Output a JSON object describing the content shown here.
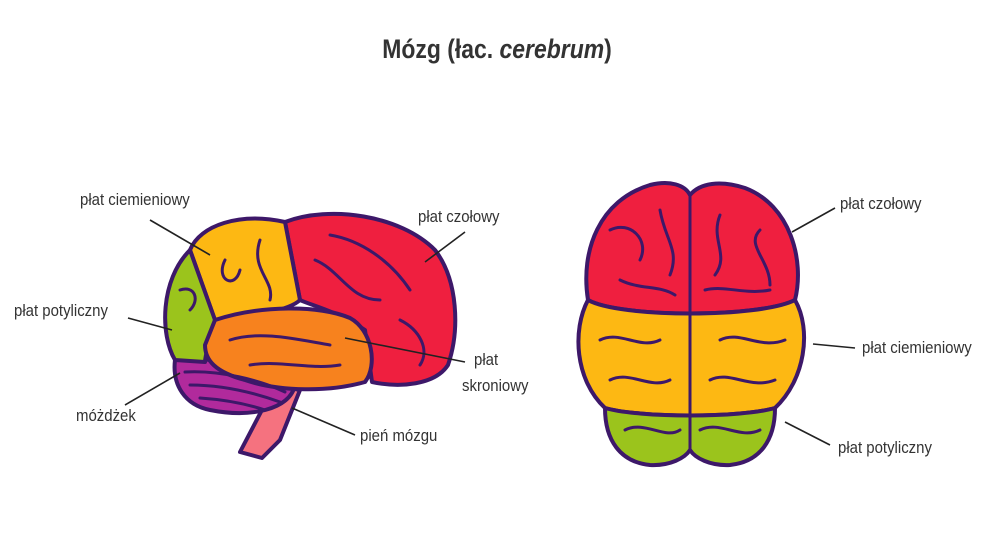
{
  "title": {
    "prefix": "Mózg (łac. ",
    "latin": "cerebrum",
    "suffix": ")"
  },
  "side_view": {
    "labels": {
      "parietal": "płat ciemieniowy",
      "frontal": "płat czołowy",
      "occipital": "płat potyliczny",
      "temporal_line1": "płat",
      "temporal_line2": "skroniowy",
      "cerebellum": "móżdżek",
      "brainstem": "pień mózgu"
    }
  },
  "top_view": {
    "labels": {
      "frontal": "płat czołowy",
      "parietal": "płat ciemieniowy",
      "occipital": "płat potyliczny"
    }
  },
  "colors": {
    "frontal": "#ef1f3f",
    "parietal": "#fdb813",
    "occipital": "#9bc41c",
    "temporal": "#f7821e",
    "cerebellum": "#b12a9c",
    "brainstem": "#f5727f",
    "outline": "#3d1869",
    "text": "#333333"
  }
}
